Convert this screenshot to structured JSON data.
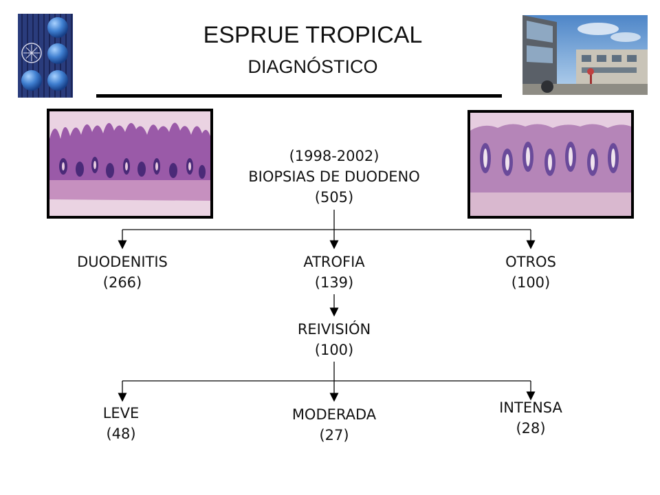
{
  "header": {
    "title": "ESPRUE TROPICAL",
    "subtitle": "DIAGNÓSTICO"
  },
  "flow": {
    "root": {
      "lines": [
        "(1998-2002)",
        "BIOPSIAS DE DUODENO",
        "(505)"
      ]
    },
    "level1": [
      {
        "label": "DUODENITIS",
        "count": "(266)"
      },
      {
        "label": "ATROFIA",
        "count": "(139)"
      },
      {
        "label": "OTROS",
        "count": "(100)"
      }
    ],
    "review": {
      "label": "REIVISIÓN",
      "count": "(100)"
    },
    "level2": [
      {
        "label": "LEVE",
        "count": "(48)"
      },
      {
        "label": "MODERADA",
        "count": "(27)"
      },
      {
        "label": "INTENSA",
        "count": "(28)"
      }
    ]
  },
  "images": {
    "logo": "institution-logo",
    "building": "hospital-building-photo",
    "left_histology": "duodenal-biopsy-histology-normal",
    "right_histology": "duodenal-biopsy-histology-atrophy"
  },
  "colors": {
    "logo_bg": "#2a3c7c",
    "sphere": "#3f7fd0",
    "histology_bg": "#e8c8da",
    "histology_tissue": "#8a4a9a",
    "arrows": "#000000"
  }
}
